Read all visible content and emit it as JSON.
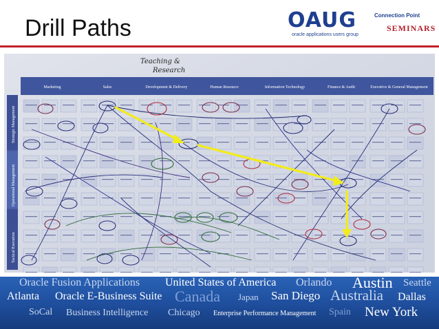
{
  "slide": {
    "title": "Drill Paths"
  },
  "logo": {
    "brand": "OAUG",
    "tagline": "oracle applications users group",
    "connection_point": "Connection Point",
    "seminars": "SEMINARS"
  },
  "board": {
    "handwritten_note": [
      "Teaching &",
      "Research"
    ],
    "columns": [
      "Marketing",
      "Sales",
      "Development & Delivery",
      "Human Resource",
      "Information Technology",
      "Finance & Audit",
      "Executive & General Management"
    ],
    "rows": [
      "Strategic Management",
      "Operational Management",
      "Tactical Execution"
    ],
    "arrow_color": "#f2ec1a"
  },
  "banner": {
    "words": [
      "Oracle Fusion Applications",
      "United States of America",
      "Orlando",
      "Austin",
      "Seattle",
      "Atlanta",
      "Oracle E-Business Suite",
      "Canada",
      "Japan",
      "San Diego",
      "Australia",
      "Dallas",
      "SoCal",
      "Business Intelligence",
      "Chicago",
      "Enterprise Performance Management",
      "Spain",
      "New York"
    ]
  }
}
